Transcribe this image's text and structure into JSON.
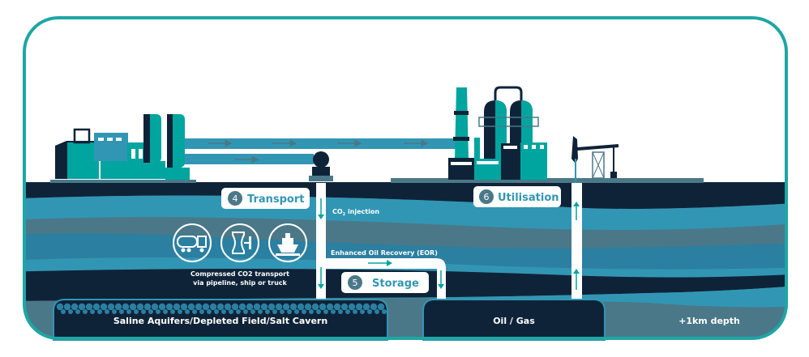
{
  "steps": {
    "transport": {
      "number": "4",
      "label": "Transport"
    },
    "storage": {
      "number": "5",
      "label": "Storage"
    },
    "utilisation": {
      "number": "6",
      "label": "Utilisation"
    }
  },
  "annotations": {
    "co2_injection_prefix": "CO",
    "co2_injection_sub": "2",
    "co2_injection_suffix": " injection",
    "eor": "Enhanced Oil Recovery (EOR)",
    "transport_line1": "Compressed CO2 transport",
    "transport_line2": "via pipeline, ship or truck"
  },
  "reservoirs": {
    "saline": "Saline Aquifers/Depleted Field/Salt Cavern",
    "oil_gas": "Oil / Gas",
    "depth": "+1km depth"
  },
  "transport_icons": [
    "truck-icon",
    "pipeline-valve-icon",
    "ship-icon"
  ],
  "colors": {
    "teal": "#00a59f",
    "navy": "#0f2338",
    "blue": "#3196b4",
    "slate": "#4a7888",
    "frame": "#1ea6a6"
  }
}
